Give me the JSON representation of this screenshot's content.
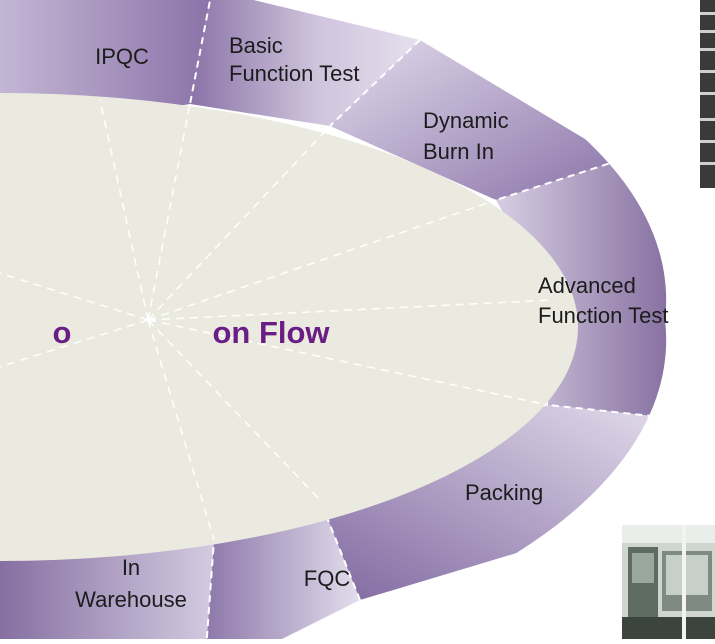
{
  "center": {
    "left_fragment": "o",
    "right_fragment": "on Flow"
  },
  "stages": {
    "ipqc": [
      "IPQC"
    ],
    "basic_function_test": [
      "Basic",
      "Function Test"
    ],
    "dynamic_burn_in": [
      "Dynamic",
      "Burn In"
    ],
    "advanced_function_test": [
      "Advanced",
      "Function Test"
    ],
    "packing": [
      "Packing"
    ],
    "fqc": [
      "FQC"
    ],
    "in_warehouse": [
      "In",
      "Warehouse"
    ]
  },
  "colors": {
    "ring_dark": "#8a74a8",
    "ring_light": "#d9d0e6",
    "inner_fill": "#ebeae0",
    "title_purple": "#6b1d86"
  }
}
